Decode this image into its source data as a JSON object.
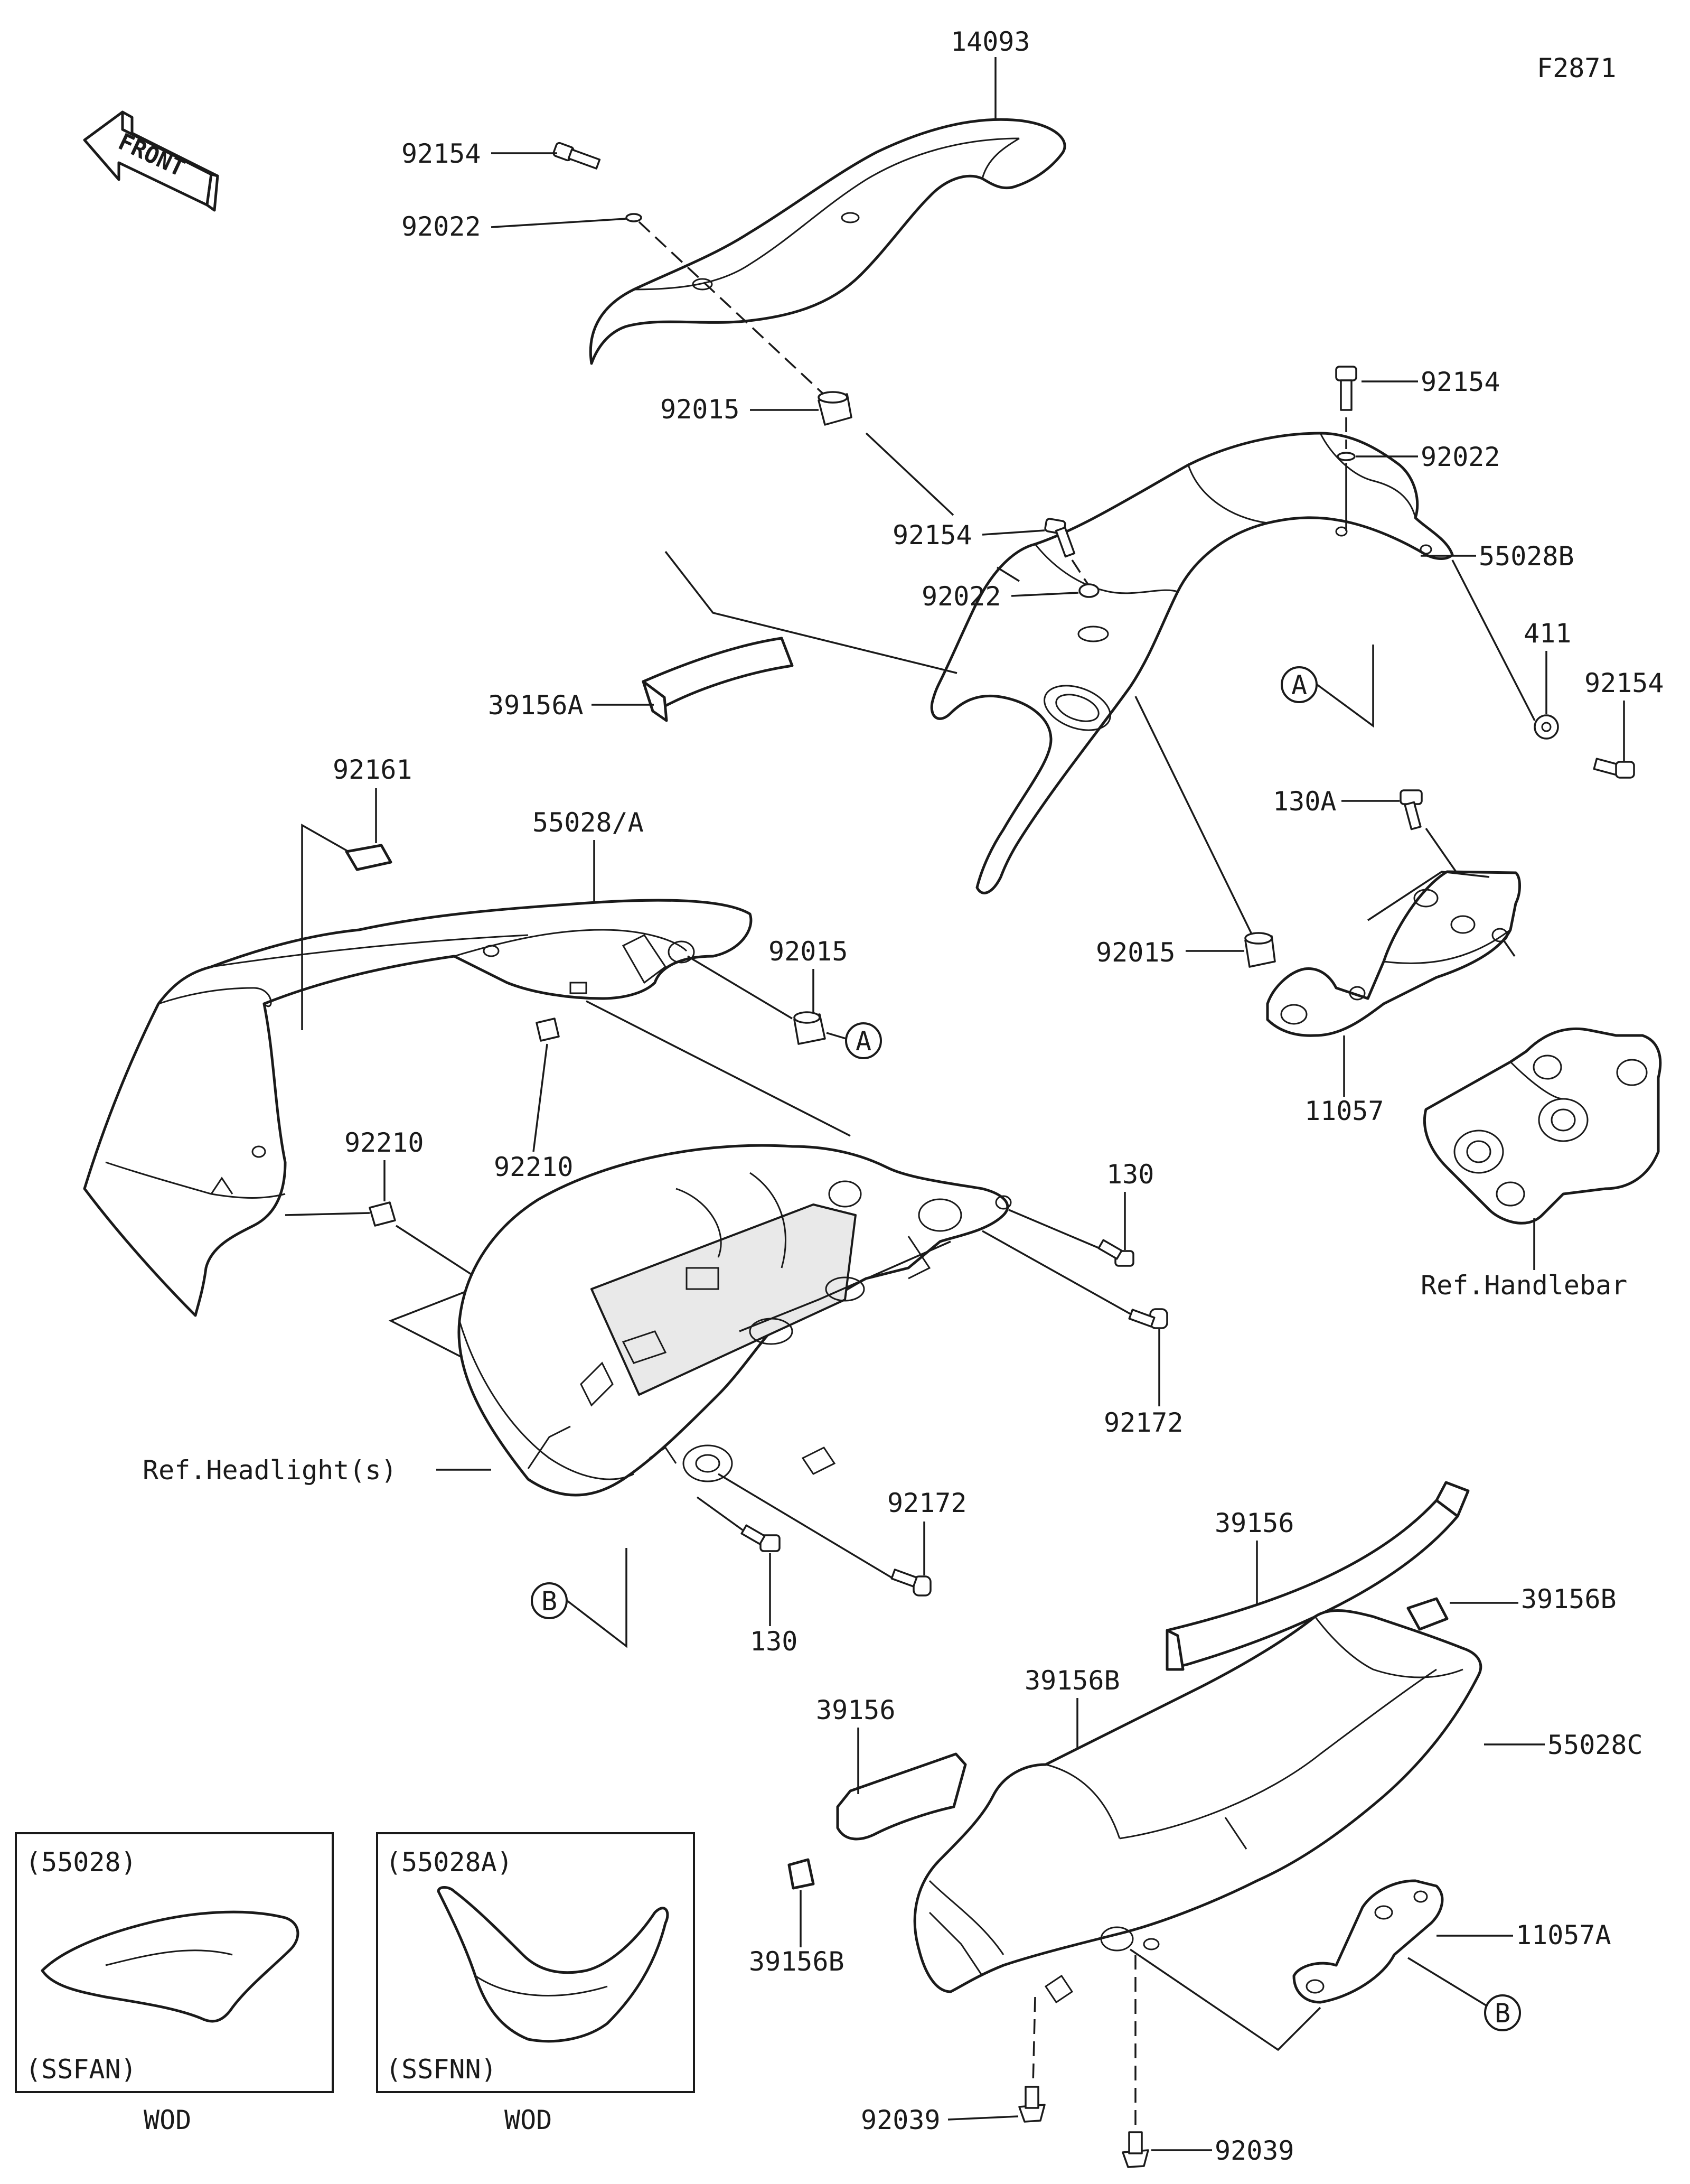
{
  "diagram": {
    "figure_code": "F2871",
    "front_label": "FRONT",
    "labels": {
      "cowl_upper_cover": "14093",
      "bolt_top": "92154",
      "washer_top": "92022",
      "collar_top": "92015",
      "bolt_right_top": "92154",
      "washer_right_top": "92022",
      "bolt_mid": "92154",
      "washer_mid": "92022",
      "inner_cover_right": "55028B",
      "pad_39156a": "39156A",
      "washer_411": "411",
      "bolt_right_side": "92154",
      "ref_a_upper": "A",
      "bolt_130a": "130A",
      "collar_mid": "92015",
      "bracket_11057": "11057",
      "ref_handlebar": "Ref.Handlebar",
      "pad_92161": "92161",
      "cowl_main": "55028/A",
      "collar_left": "92015",
      "ref_a_lower": "A",
      "nut_92210_left": "92210",
      "nut_92210_mid": "92210",
      "bolt_130_right": "130",
      "screw_92172_right": "92172",
      "ref_headlight": "Ref.Headlight(s)",
      "screw_92172_lower": "92172",
      "bolt_130_lower": "130",
      "ref_b_left": "B",
      "pad_39156_right": "39156",
      "pad_39156b_right": "39156B",
      "pad_39156b_mid": "39156B",
      "pad_39156_left": "39156",
      "inner_cover_lower": "55028C",
      "pad_39156b_left": "39156B",
      "bracket_11057a": "11057A",
      "ref_b_right": "B",
      "clip_92039_left": "92039",
      "clip_92039_right": "92039"
    },
    "variants": [
      {
        "part": "(55028)",
        "code": "(SSFAN)",
        "note": "WOD"
      },
      {
        "part": "(55028A)",
        "code": "(SSFNN)",
        "note": "WOD"
      }
    ]
  }
}
